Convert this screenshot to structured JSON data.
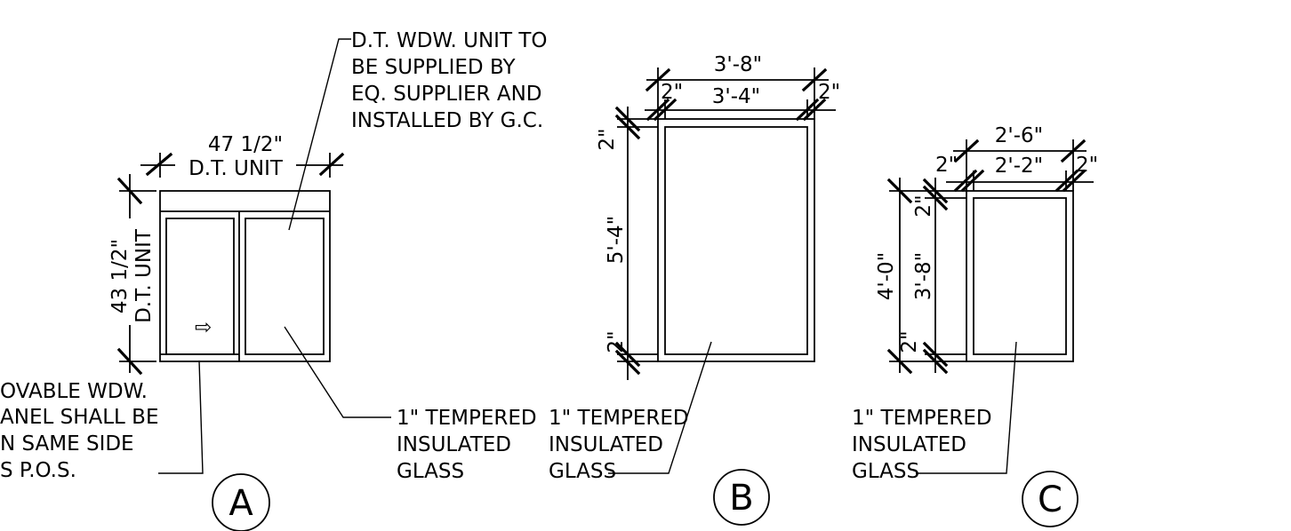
{
  "unit_a": {
    "width_dim": "47 1/2\"",
    "width_label": "D.T. UNIT",
    "height_dim": "43 1/2\"",
    "height_label": "D.T. UNIT",
    "arrow_glyph": "⇨",
    "supplier_note": [
      "D.T. WDW. UNIT TO",
      "BE SUPPLIED BY",
      "EQ. SUPPLIER AND",
      "INSTALLED BY G.C."
    ],
    "movable_note": [
      "OVABLE WDW.",
      "ANEL SHALL BE",
      "N   SAME SIDE",
      "S   P.O.S."
    ],
    "glass_note": [
      "1\" TEMPERED",
      "INSULATED",
      "GLASS"
    ],
    "tag": "A"
  },
  "unit_b": {
    "overall_width": "3'-8\"",
    "inner_width": "3'-4\"",
    "left_margin": "2\"",
    "right_margin": "2\"",
    "top_margin": "2\"",
    "inner_height": "5'-4\"",
    "bottom_margin": "2\"",
    "glass_note": [
      "1\" TEMPERED",
      "INSULATED",
      "GLASS"
    ],
    "tag": "B"
  },
  "unit_c": {
    "overall_width": "2'-6\"",
    "inner_width": "2'-2\"",
    "left_margin": "2\"",
    "right_margin": "2\"",
    "overall_height": "4'-0\"",
    "top_margin": "2\"",
    "inner_height": "3'-8\"",
    "bottom_margin": "2\"",
    "glass_note": [
      "1\" TEMPERED",
      "INSULATED",
      "GLASS"
    ],
    "tag": "C"
  }
}
